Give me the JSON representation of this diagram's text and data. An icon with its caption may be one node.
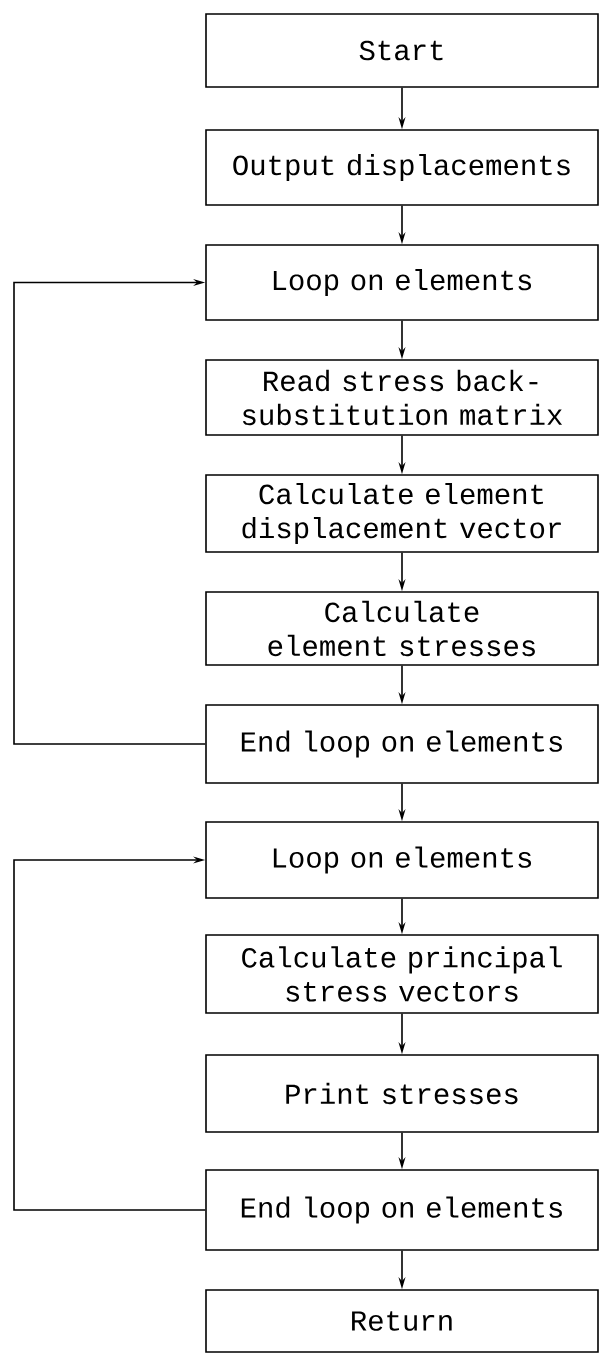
{
  "diagram": {
    "nodes": [
      {
        "text": [
          "Start"
        ]
      },
      {
        "text": [
          "Output displacements"
        ]
      },
      {
        "text": [
          "Loop on elements"
        ]
      },
      {
        "text": [
          "Read stress back-substitution matrix"
        ]
      },
      {
        "text": [
          "Calculate element displacement vector"
        ]
      },
      {
        "text": [
          "Calculate element stresses"
        ]
      },
      {
        "text": [
          "End loop on elements"
        ]
      },
      {
        "text": [
          "Loop on elements"
        ]
      },
      {
        "text": [
          "Calculate principal stress vectors"
        ]
      },
      {
        "text": [
          "Print stresses"
        ]
      },
      {
        "text": [
          "End loop on elements"
        ]
      },
      {
        "text": [
          "Return"
        ]
      }
    ],
    "edges": [
      {
        "from": 0,
        "to": 1,
        "arrow": "to"
      },
      {
        "from": 1,
        "to": 2,
        "arrow": "to"
      },
      {
        "from": 2,
        "to": 3,
        "arrow": "to"
      },
      {
        "from": 3,
        "to": 4,
        "arrow": "to"
      },
      {
        "from": 4,
        "to": 5,
        "arrow": "to"
      },
      {
        "from": 5,
        "to": 6,
        "arrow": "to"
      },
      {
        "from": 6,
        "to": 2,
        "arrow": "to"
      },
      {
        "from": 6,
        "to": 7,
        "arrow": "to"
      },
      {
        "from": 7,
        "to": 8,
        "arrow": "to"
      },
      {
        "from": 8,
        "to": 9,
        "arrow": "to"
      },
      {
        "from": 9,
        "to": 10,
        "arrow": "to"
      },
      {
        "from": 10,
        "to": 7,
        "arrow": "to"
      },
      {
        "from": 10,
        "to": 11,
        "arrow": "to"
      }
    ]
  }
}
